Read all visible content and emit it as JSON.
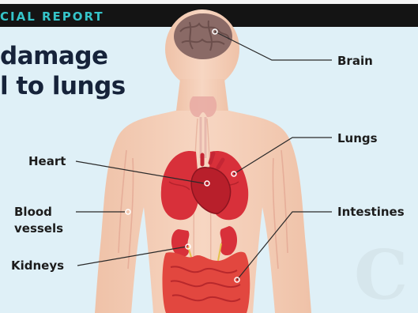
{
  "banner": {
    "text": "CIAL REPORT"
  },
  "headline": {
    "line1": "damage",
    "line2": "l to lungs"
  },
  "labels": {
    "brain": "Brain",
    "lungs": "Lungs",
    "heart": "Heart",
    "blood_vessels_line1": "Blood",
    "blood_vessels_line2": "vessels",
    "intestines": "Intestines",
    "kidneys": "Kidneys"
  },
  "colors": {
    "banner_background": "#141414",
    "banner_text": "#35c4c9",
    "page_background": "#dff0f7",
    "skin": "#f4cdb6",
    "organ_red": "#d8303a",
    "brain_brown": "#8a6a66"
  },
  "watermark_logo": "C"
}
